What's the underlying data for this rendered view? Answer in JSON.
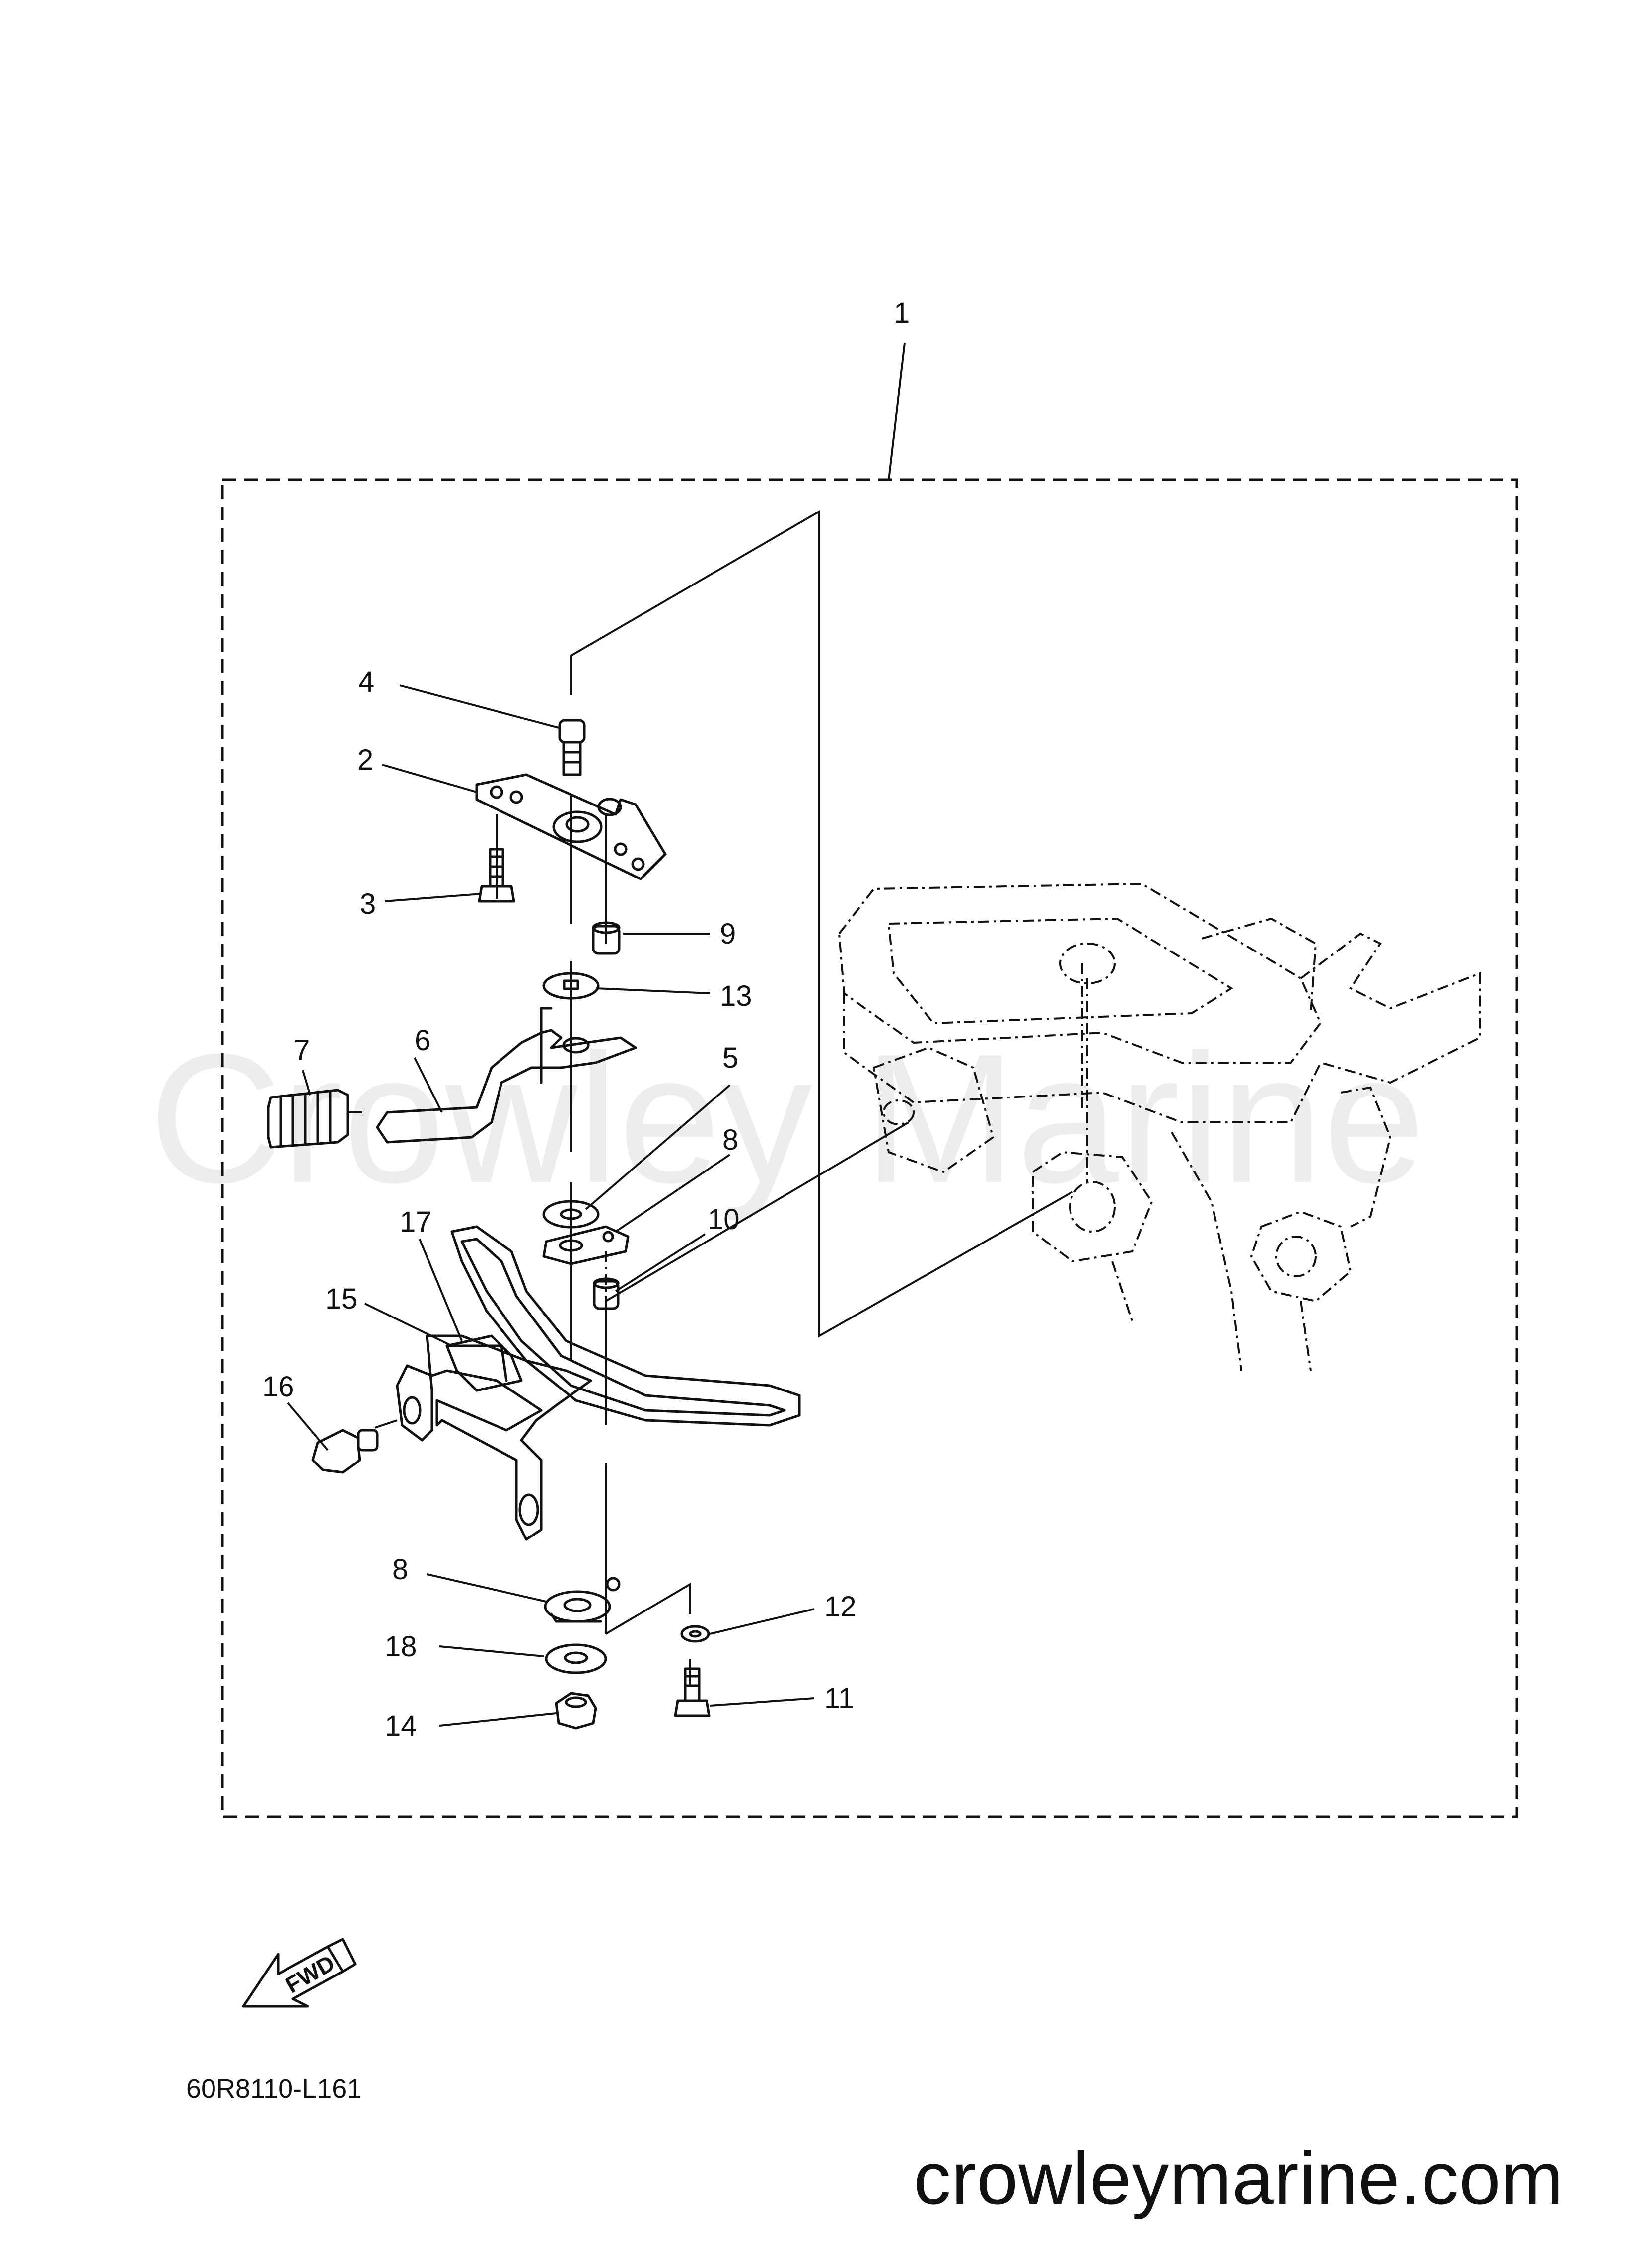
{
  "diagram": {
    "callouts": [
      "1",
      "2",
      "3",
      "4",
      "5",
      "6",
      "7",
      "8",
      "8",
      "9",
      "10",
      "11",
      "12",
      "13",
      "14",
      "15",
      "16",
      "17",
      "18"
    ],
    "fwd_label": "FWD",
    "drawing_code": "60R8110-L161",
    "watermark": "Crowley Marine",
    "website": "crowleymarine.com"
  }
}
